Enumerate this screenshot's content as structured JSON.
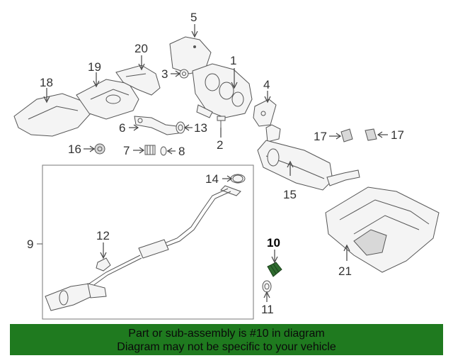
{
  "labels": {
    "p1": "1",
    "p2": "2",
    "p3": "3",
    "p4": "4",
    "p5": "5",
    "p6": "6",
    "p7": "7",
    "p8": "8",
    "p9": "9",
    "p10": "10",
    "p11": "11",
    "p12": "12",
    "p13": "13",
    "p14": "14",
    "p15": "15",
    "p16": "16",
    "p17a": "17",
    "p17b": "17",
    "p18": "18",
    "p19": "19",
    "p20": "20",
    "p21": "21"
  },
  "banner": {
    "line1": "Part or sub-assembly is #10 in diagram",
    "line2": "Diagram may not be specific to your vehicle"
  },
  "colors": {
    "banner_bg": "#1f7a1f",
    "highlight_part": "#2e6b2e"
  }
}
